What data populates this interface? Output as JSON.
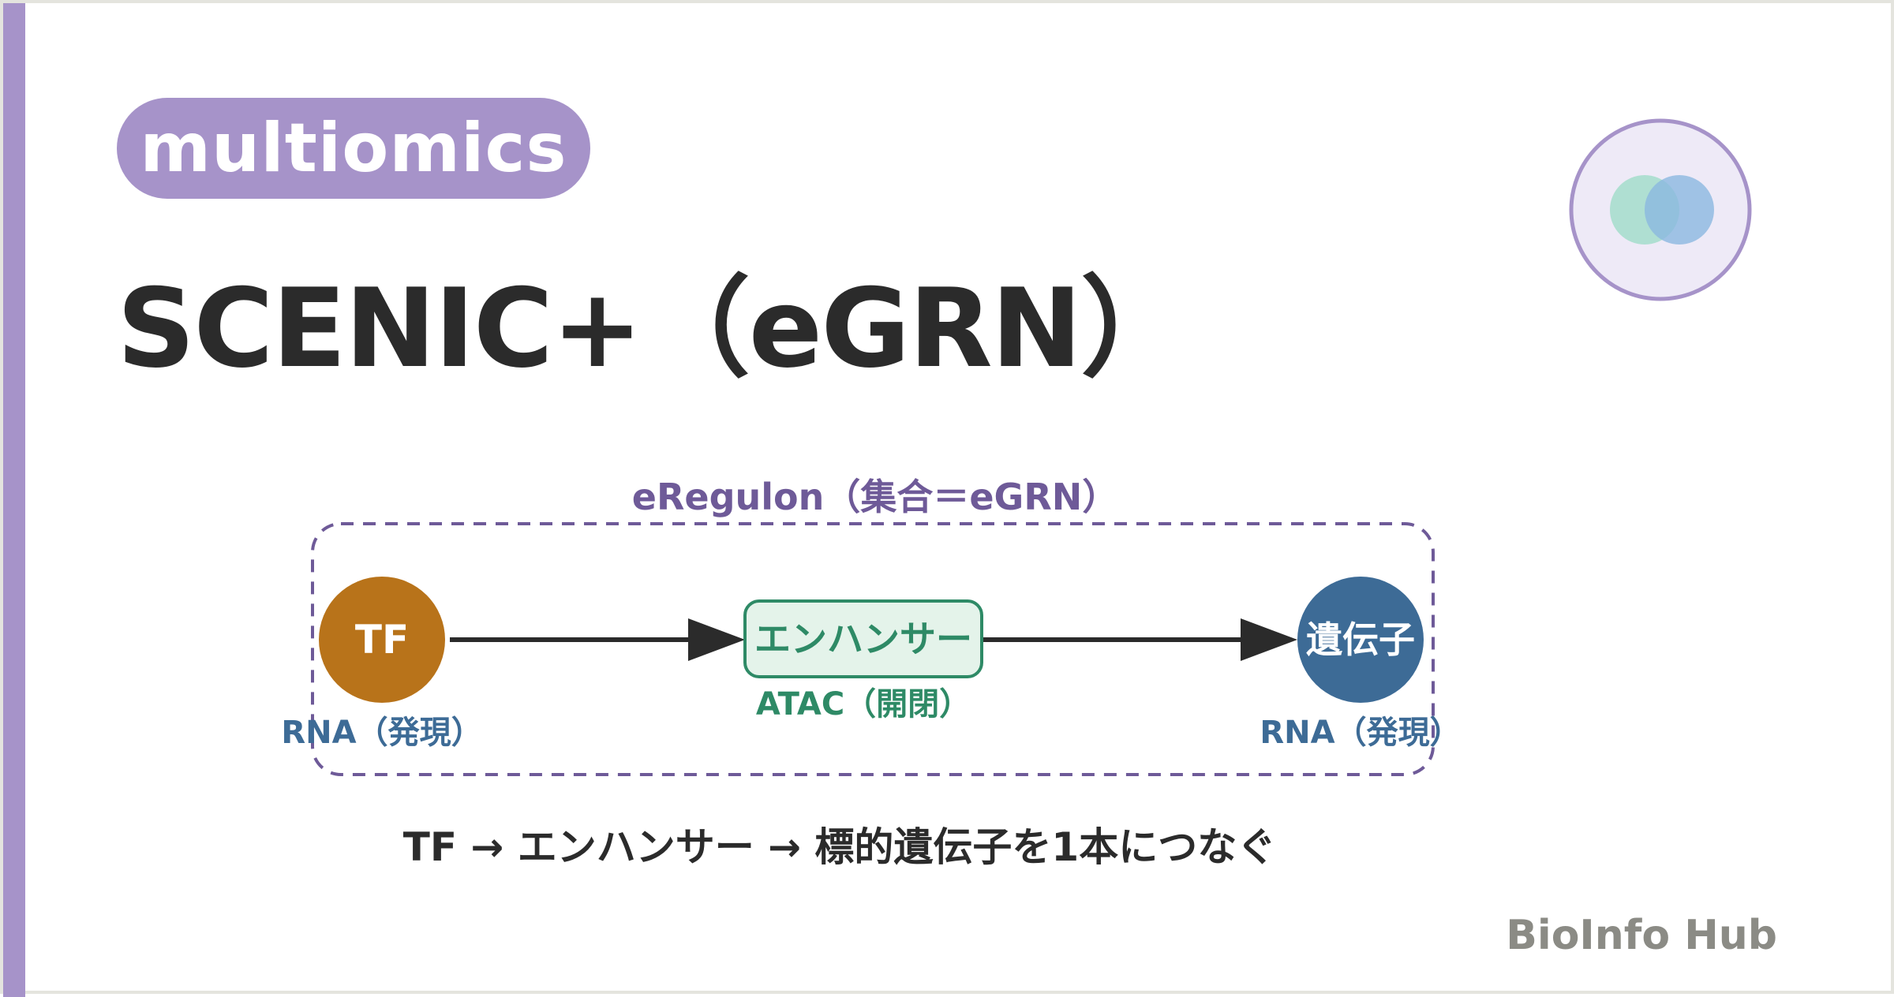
{
  "tag": "multiomics",
  "title": "SCENIC+（eGRN）",
  "diagram": {
    "group_label": "eRegulon（集合＝eGRN）",
    "nodes": {
      "tf": {
        "label": "TF",
        "sublabel": "RNA（発現）"
      },
      "enhancer": {
        "label": "エンハンサー",
        "sublabel": "ATAC（開閉）"
      },
      "gene": {
        "label": "遺伝子",
        "sublabel": "RNA（発現）"
      }
    },
    "edges": [
      {
        "from": "TF",
        "to": "エンハンサー"
      },
      {
        "from": "エンハンサー",
        "to": "遺伝子"
      }
    ]
  },
  "caption": "TF → エンハンサー → 標的遺伝子を1本につなぐ",
  "brand": "BioInfo Hub",
  "colors": {
    "accent": "#a693c9",
    "group_border": "#6e5a98",
    "tf": "#b8731a",
    "enhancer_fill": "#e4f3ea",
    "enhancer_text": "#2e8a66",
    "gene": "#3d6b96",
    "text_dark": "#2b2b2b",
    "brand_text": "#8b8b85"
  },
  "icons": {
    "logo": "overlapping-circles-icon"
  }
}
